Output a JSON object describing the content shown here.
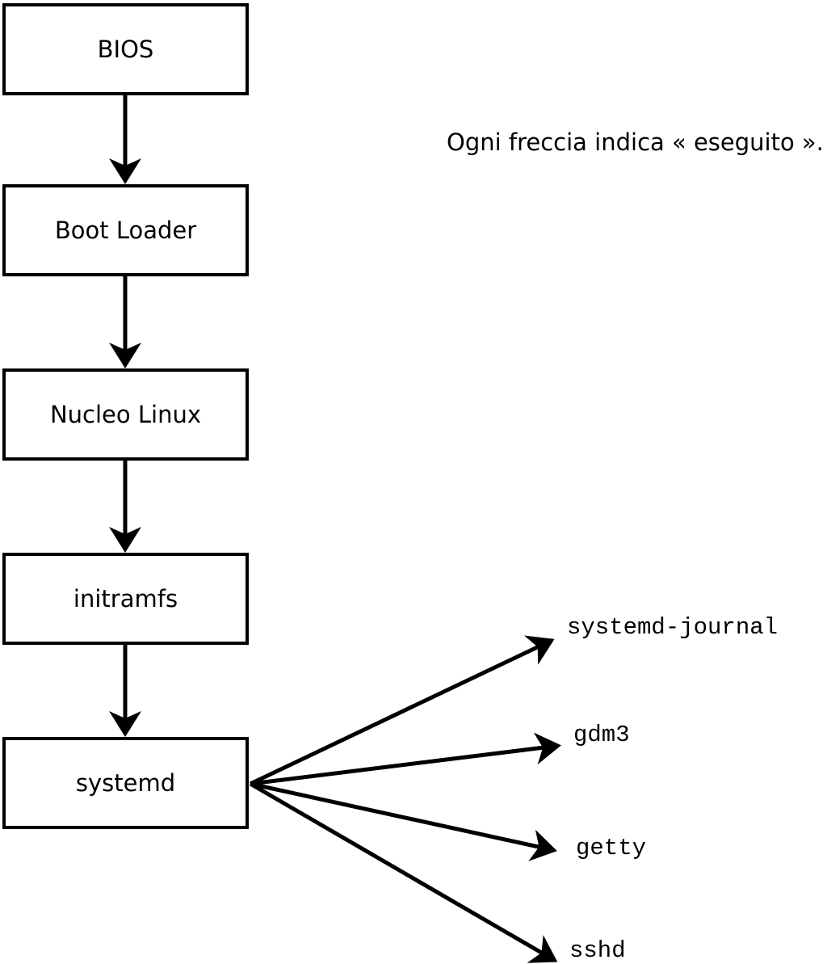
{
  "note": "Ogni freccia indica « eseguito ».",
  "nodes": [
    {
      "id": "bios",
      "label": "BIOS"
    },
    {
      "id": "bootloader",
      "label": "Boot Loader"
    },
    {
      "id": "kernel",
      "label": "Nucleo Linux"
    },
    {
      "id": "initramfs",
      "label": "initramfs"
    },
    {
      "id": "systemd",
      "label": "systemd"
    }
  ],
  "services": [
    {
      "id": "systemd-journal",
      "label": "systemd-journal"
    },
    {
      "id": "gdm3",
      "label": "gdm3"
    },
    {
      "id": "getty",
      "label": "getty"
    },
    {
      "id": "sshd",
      "label": "sshd"
    }
  ],
  "colors": {
    "stroke": "#000000",
    "background": "#ffffff",
    "box_fill": "#ffffff"
  }
}
